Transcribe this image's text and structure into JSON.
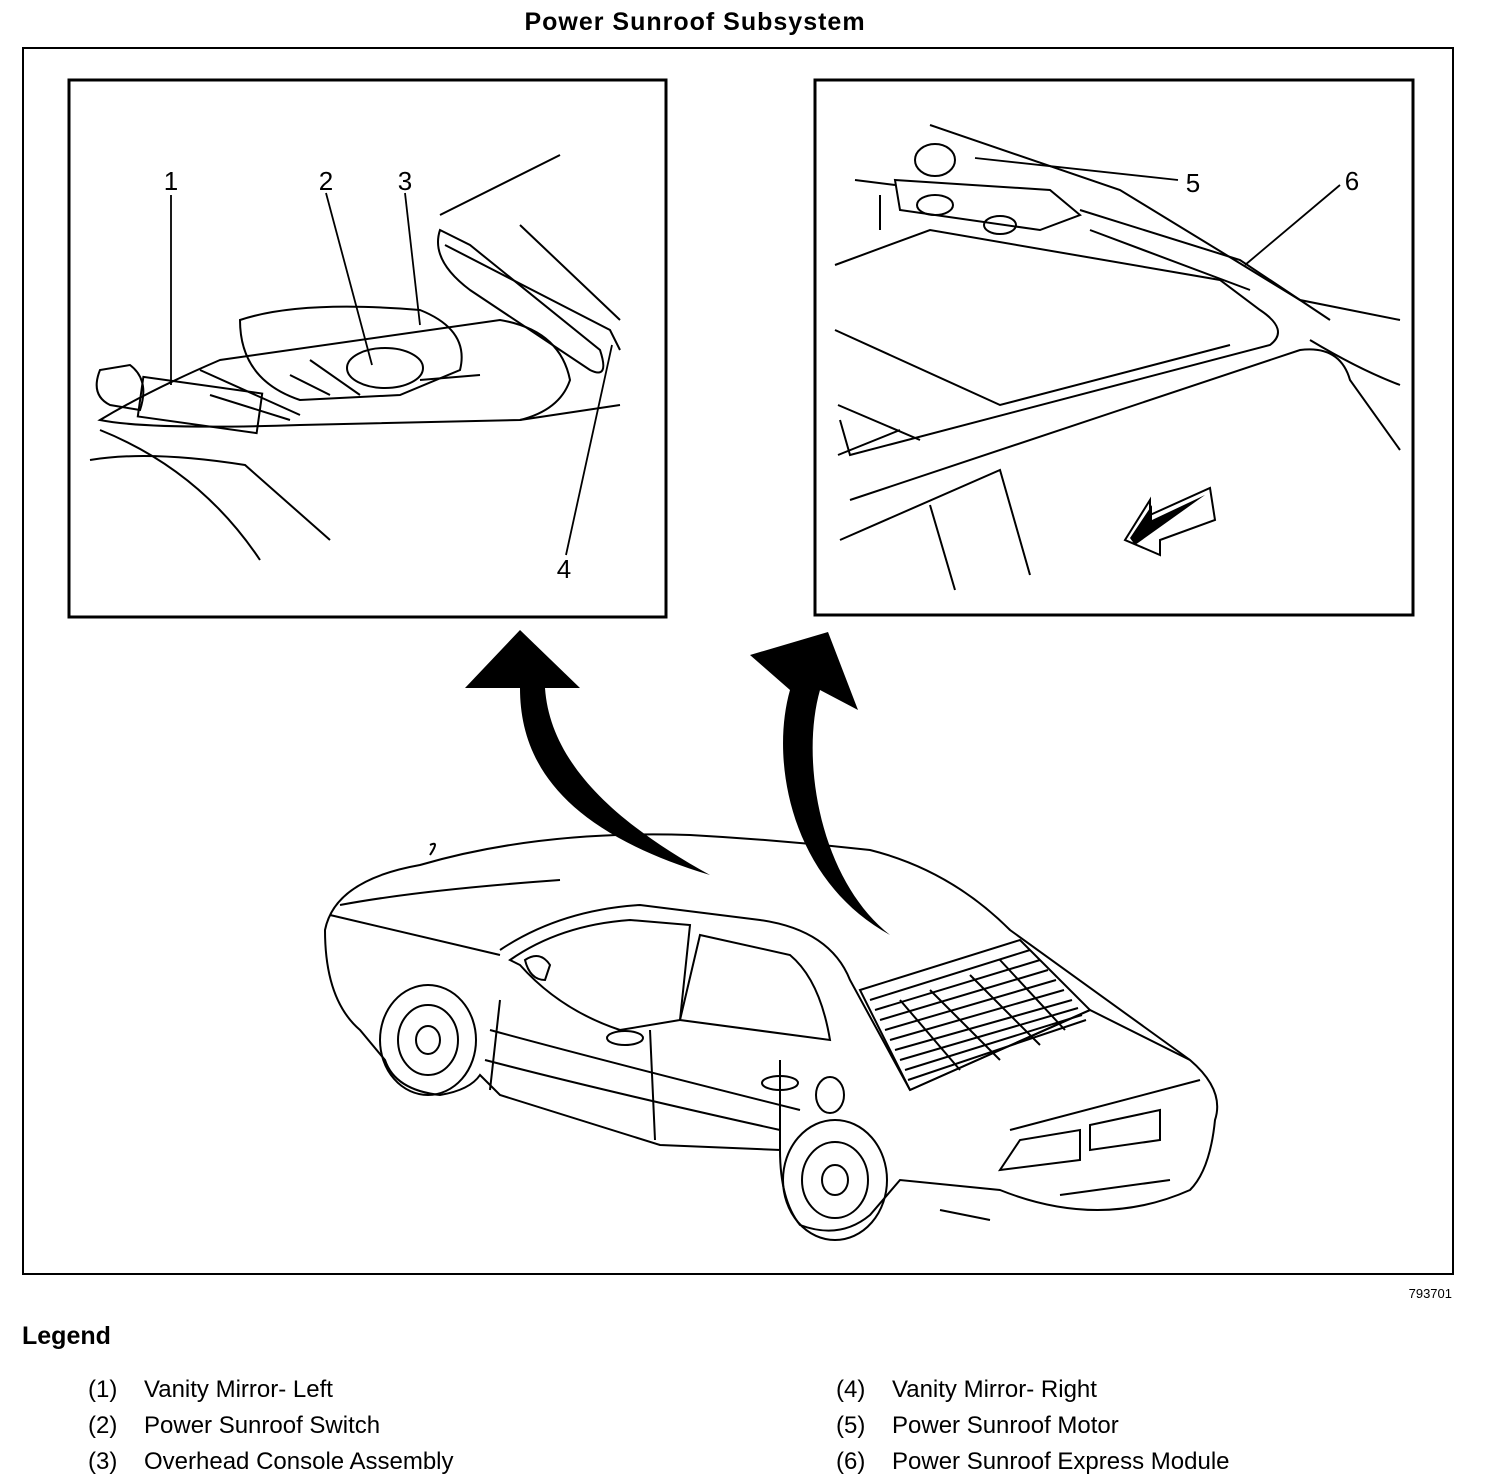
{
  "title": "Power Sunroof Subsystem",
  "figure_number": "793701",
  "callouts": [
    "1",
    "2",
    "3",
    "4",
    "5",
    "6"
  ],
  "legend": {
    "heading": "Legend",
    "items": [
      {
        "num": "(1)",
        "text": "Vanity Mirror- Left"
      },
      {
        "num": "(2)",
        "text": "Power Sunroof Switch"
      },
      {
        "num": "(3)",
        "text": "Overhead Console Assembly"
      },
      {
        "num": "(4)",
        "text": "Vanity Mirror- Right"
      },
      {
        "num": "(5)",
        "text": "Power Sunroof Motor"
      },
      {
        "num": "(6)",
        "text": "Power Sunroof Express Module"
      }
    ]
  }
}
